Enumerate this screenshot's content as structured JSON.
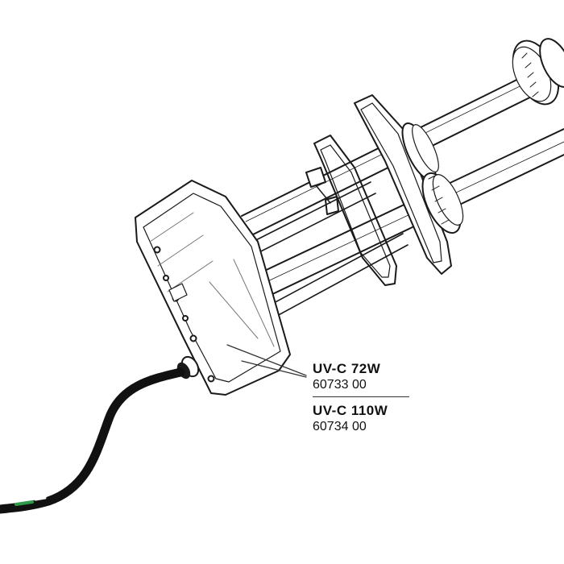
{
  "parts": [
    {
      "model": "UV-C 72W",
      "code": "60733 00"
    },
    {
      "model": "UV-C 110W",
      "code": "60734 00"
    }
  ],
  "colors": {
    "line": "#1a1a1a",
    "fill": "#ffffff",
    "cable": "#111111",
    "cable_marker": "#2e9a4a"
  }
}
